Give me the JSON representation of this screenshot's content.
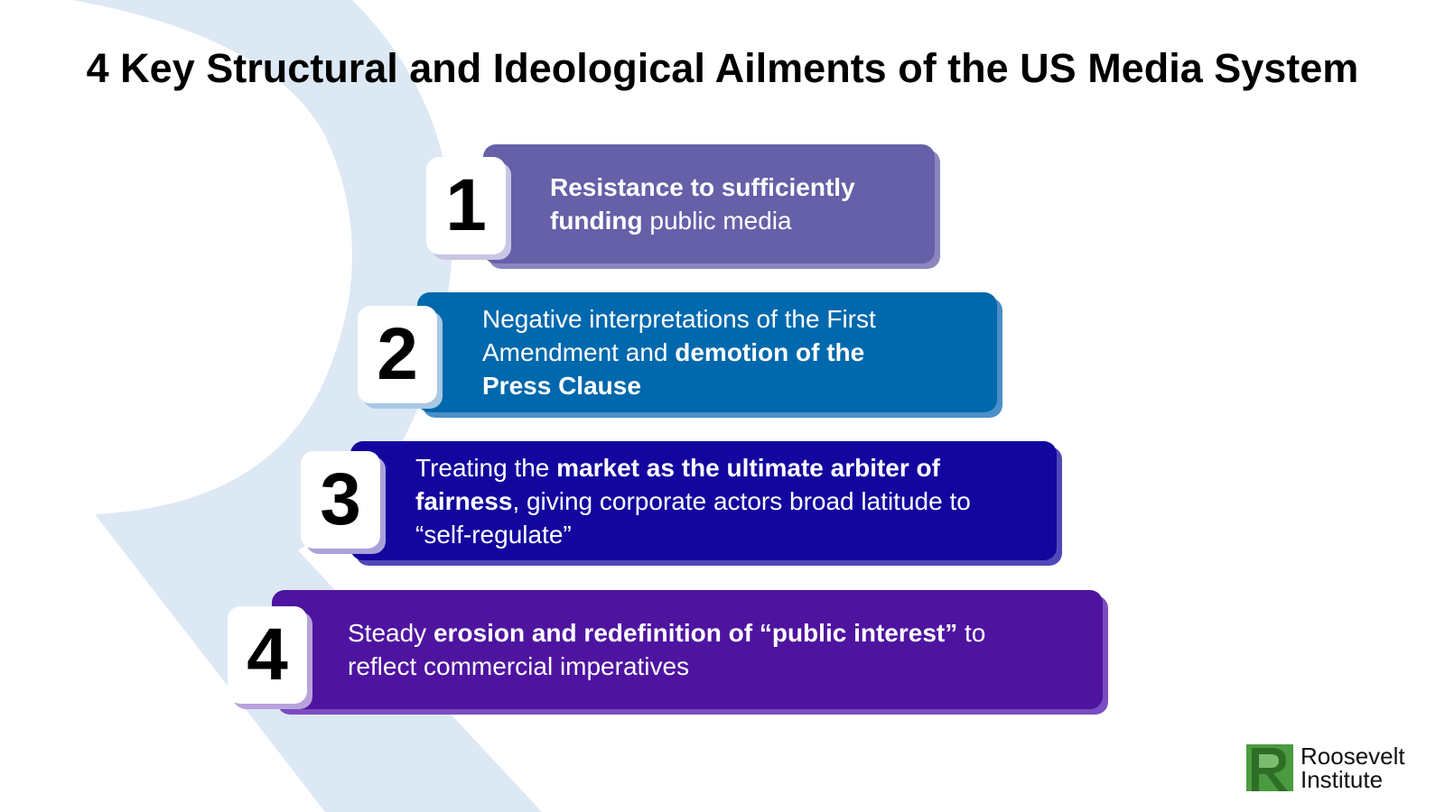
{
  "title": "4 Key Structural and Ideological Ailments of the US Media System",
  "items": [
    {
      "number": "1",
      "color": "#6560a8",
      "shadow": "#8b86c0",
      "segments": [
        {
          "text": "Resistance to sufficiently",
          "bold": true
        },
        {
          "text": "funding",
          "bold": true,
          "newline": true
        },
        {
          "text": " public media",
          "bold": false
        }
      ]
    },
    {
      "number": "2",
      "color": "#0068ad",
      "shadow": "#4a90c8",
      "segments": [
        {
          "text": "Negative interpretations of the First",
          "bold": false
        },
        {
          "text": "Amendment and ",
          "bold": false,
          "newline": true
        },
        {
          "text": "demotion of the",
          "bold": true
        },
        {
          "text": "Press Clause",
          "bold": true,
          "newline": true
        }
      ]
    },
    {
      "number": "3",
      "color": "#13069e",
      "shadow": "#5048b8",
      "segments": [
        {
          "text": "Treating the ",
          "bold": false
        },
        {
          "text": "market as the ultimate arbiter of",
          "bold": true
        },
        {
          "text": "fairness",
          "bold": true,
          "newline": true
        },
        {
          "text": ", giving corporate actors broad latitude to",
          "bold": false
        },
        {
          "text": "“self-regulate”",
          "bold": false,
          "newline": true
        }
      ]
    },
    {
      "number": "4",
      "color": "#4e14a0",
      "shadow": "#7a4cc0",
      "segments": [
        {
          "text": "Steady ",
          "bold": false
        },
        {
          "text": "erosion and redefinition of “public interest”",
          "bold": true
        },
        {
          "text": " to",
          "bold": false
        },
        {
          "text": "reflect commercial imperatives",
          "bold": false,
          "newline": true
        }
      ]
    }
  ],
  "logo": {
    "line1": "Roosevelt",
    "line2": "Institute",
    "mark_color": "#4a9b3f"
  }
}
